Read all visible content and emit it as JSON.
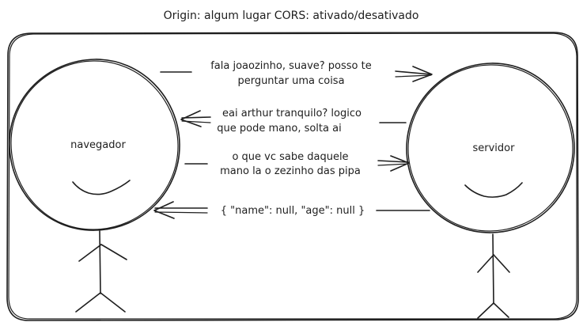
{
  "title": "Origin: algum lugar CORS: ativado/desativado",
  "actors": {
    "left": "navegador",
    "right": "servidor"
  },
  "messages": [
    {
      "lines": [
        "fala joaozinho, suave? posso te",
        "perguntar uma coisa"
      ],
      "direction": "to-right"
    },
    {
      "lines": [
        "eai arthur tranquilo? logico",
        "que pode mano, solta ai"
      ],
      "direction": "to-left"
    },
    {
      "lines": [
        "o que vc sabe daquele",
        "mano la o zezinho das pipa"
      ],
      "direction": "to-right"
    },
    {
      "lines": [
        "{ \"name\": null, \"age\": null }"
      ],
      "direction": "to-left"
    }
  ]
}
